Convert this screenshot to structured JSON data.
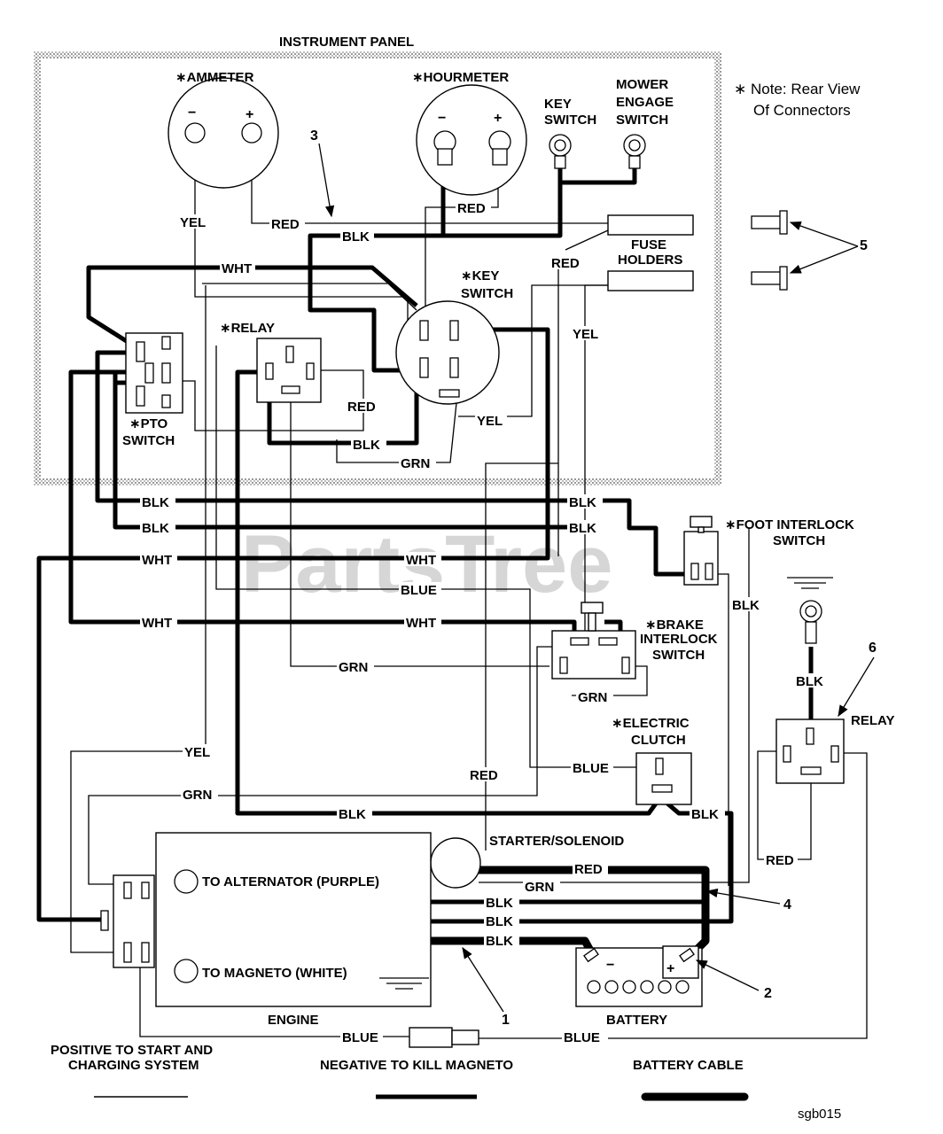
{
  "title": "INSTRUMENT PANEL",
  "note": {
    "line1": "∗ Note:  Rear View",
    "line2": "Of Connectors"
  },
  "components": {
    "ammeter": "∗AMMETER",
    "hourmeter": "∗HOURMETER",
    "key_switch_top": [
      "KEY",
      "SWITCH"
    ],
    "mower_engage_switch": [
      "MOWER",
      "ENGAGE",
      "SWITCH"
    ],
    "fuse_holders": [
      "FUSE",
      "HOLDERS"
    ],
    "key_switch": [
      "∗KEY",
      "SWITCH"
    ],
    "relay_panel": "∗RELAY",
    "pto_switch": [
      "∗PTO",
      "SWITCH"
    ],
    "foot_interlock": [
      "∗FOOT INTERLOCK",
      "SWITCH"
    ],
    "brake_interlock": [
      "∗BRAKE",
      "INTERLOCK",
      "SWITCH"
    ],
    "electric_clutch": [
      "∗ELECTRIC",
      "CLUTCH"
    ],
    "relay": "RELAY",
    "starter_solenoid": "STARTER/SOLENOID",
    "to_alternator": "TO ALTERNATOR (PURPLE)",
    "to_magneto": "TO MAGNETO (WHITE)",
    "engine": "ENGINE",
    "battery": "BATTERY"
  },
  "meter_signs": {
    "minus": "−",
    "plus": "+"
  },
  "battery_signs": {
    "minus": "−",
    "plus": "+"
  },
  "callouts": {
    "c1": "1",
    "c2": "2",
    "c3": "3",
    "c4": "4",
    "c5": "5",
    "c6": "6"
  },
  "wire_labels": {
    "yel": "YEL",
    "red": "RED",
    "blk": "BLK",
    "wht": "WHT",
    "grn": "GRN",
    "blue": "BLUE"
  },
  "legend": {
    "positive": [
      "POSITIVE TO START AND",
      "CHARGING SYSTEM"
    ],
    "negative": "NEGATIVE TO KILL MAGNETO",
    "battery_cable": "BATTERY CABLE"
  },
  "watermark": "PartsTree",
  "code": "sgb015"
}
